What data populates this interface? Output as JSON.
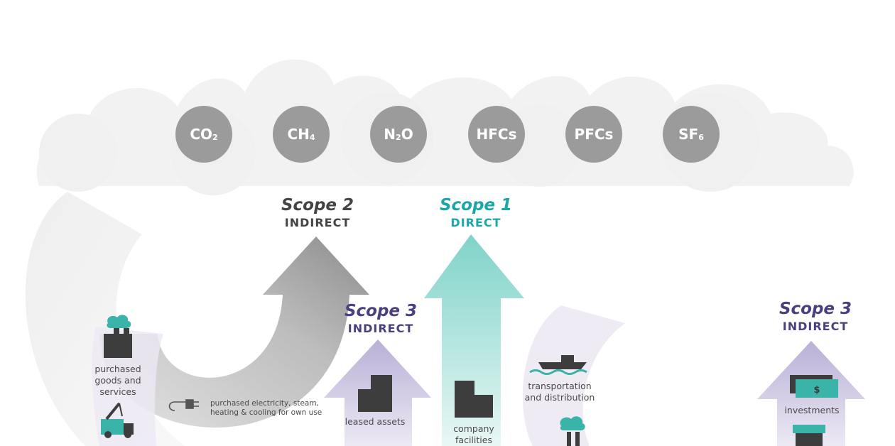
{
  "gases": [
    {
      "base": "CO",
      "sub": "2",
      "tail": ""
    },
    {
      "base": "CH",
      "sub": "4",
      "tail": ""
    },
    {
      "base": "N",
      "sub": "2",
      "tail": "O"
    },
    {
      "base": "HFCs",
      "sub": "",
      "tail": ""
    },
    {
      "base": "PFCs",
      "sub": "",
      "tail": ""
    },
    {
      "base": "SF",
      "sub": "6",
      "tail": ""
    }
  ],
  "scopes": {
    "scope2": {
      "title": "Scope 2",
      "type": "INDIRECT"
    },
    "scope1": {
      "title": "Scope 1",
      "type": "DIRECT"
    },
    "scope3_left": {
      "title": "Scope 3",
      "type": "INDIRECT"
    },
    "scope3_right": {
      "title": "Scope 3",
      "type": "INDIRECT"
    }
  },
  "labels": {
    "purchased_goods": "purchased goods and services",
    "purchased_electricity": "purchased electricity, steam, heating & cooling for own use",
    "leased_assets": "leased assets",
    "company_facilities": "company facilities",
    "transportation": "transportation and distribution",
    "investments": "investments"
  },
  "colors": {
    "gas_circle": "#9b9b9b",
    "cloud": "#f2f2f2",
    "scope1": "#1aa7a7",
    "scope2": "#444444",
    "scope3": "#4c3f7f",
    "teal_icon": "#3ab3a8",
    "dark_icon": "#3d3d3d"
  }
}
